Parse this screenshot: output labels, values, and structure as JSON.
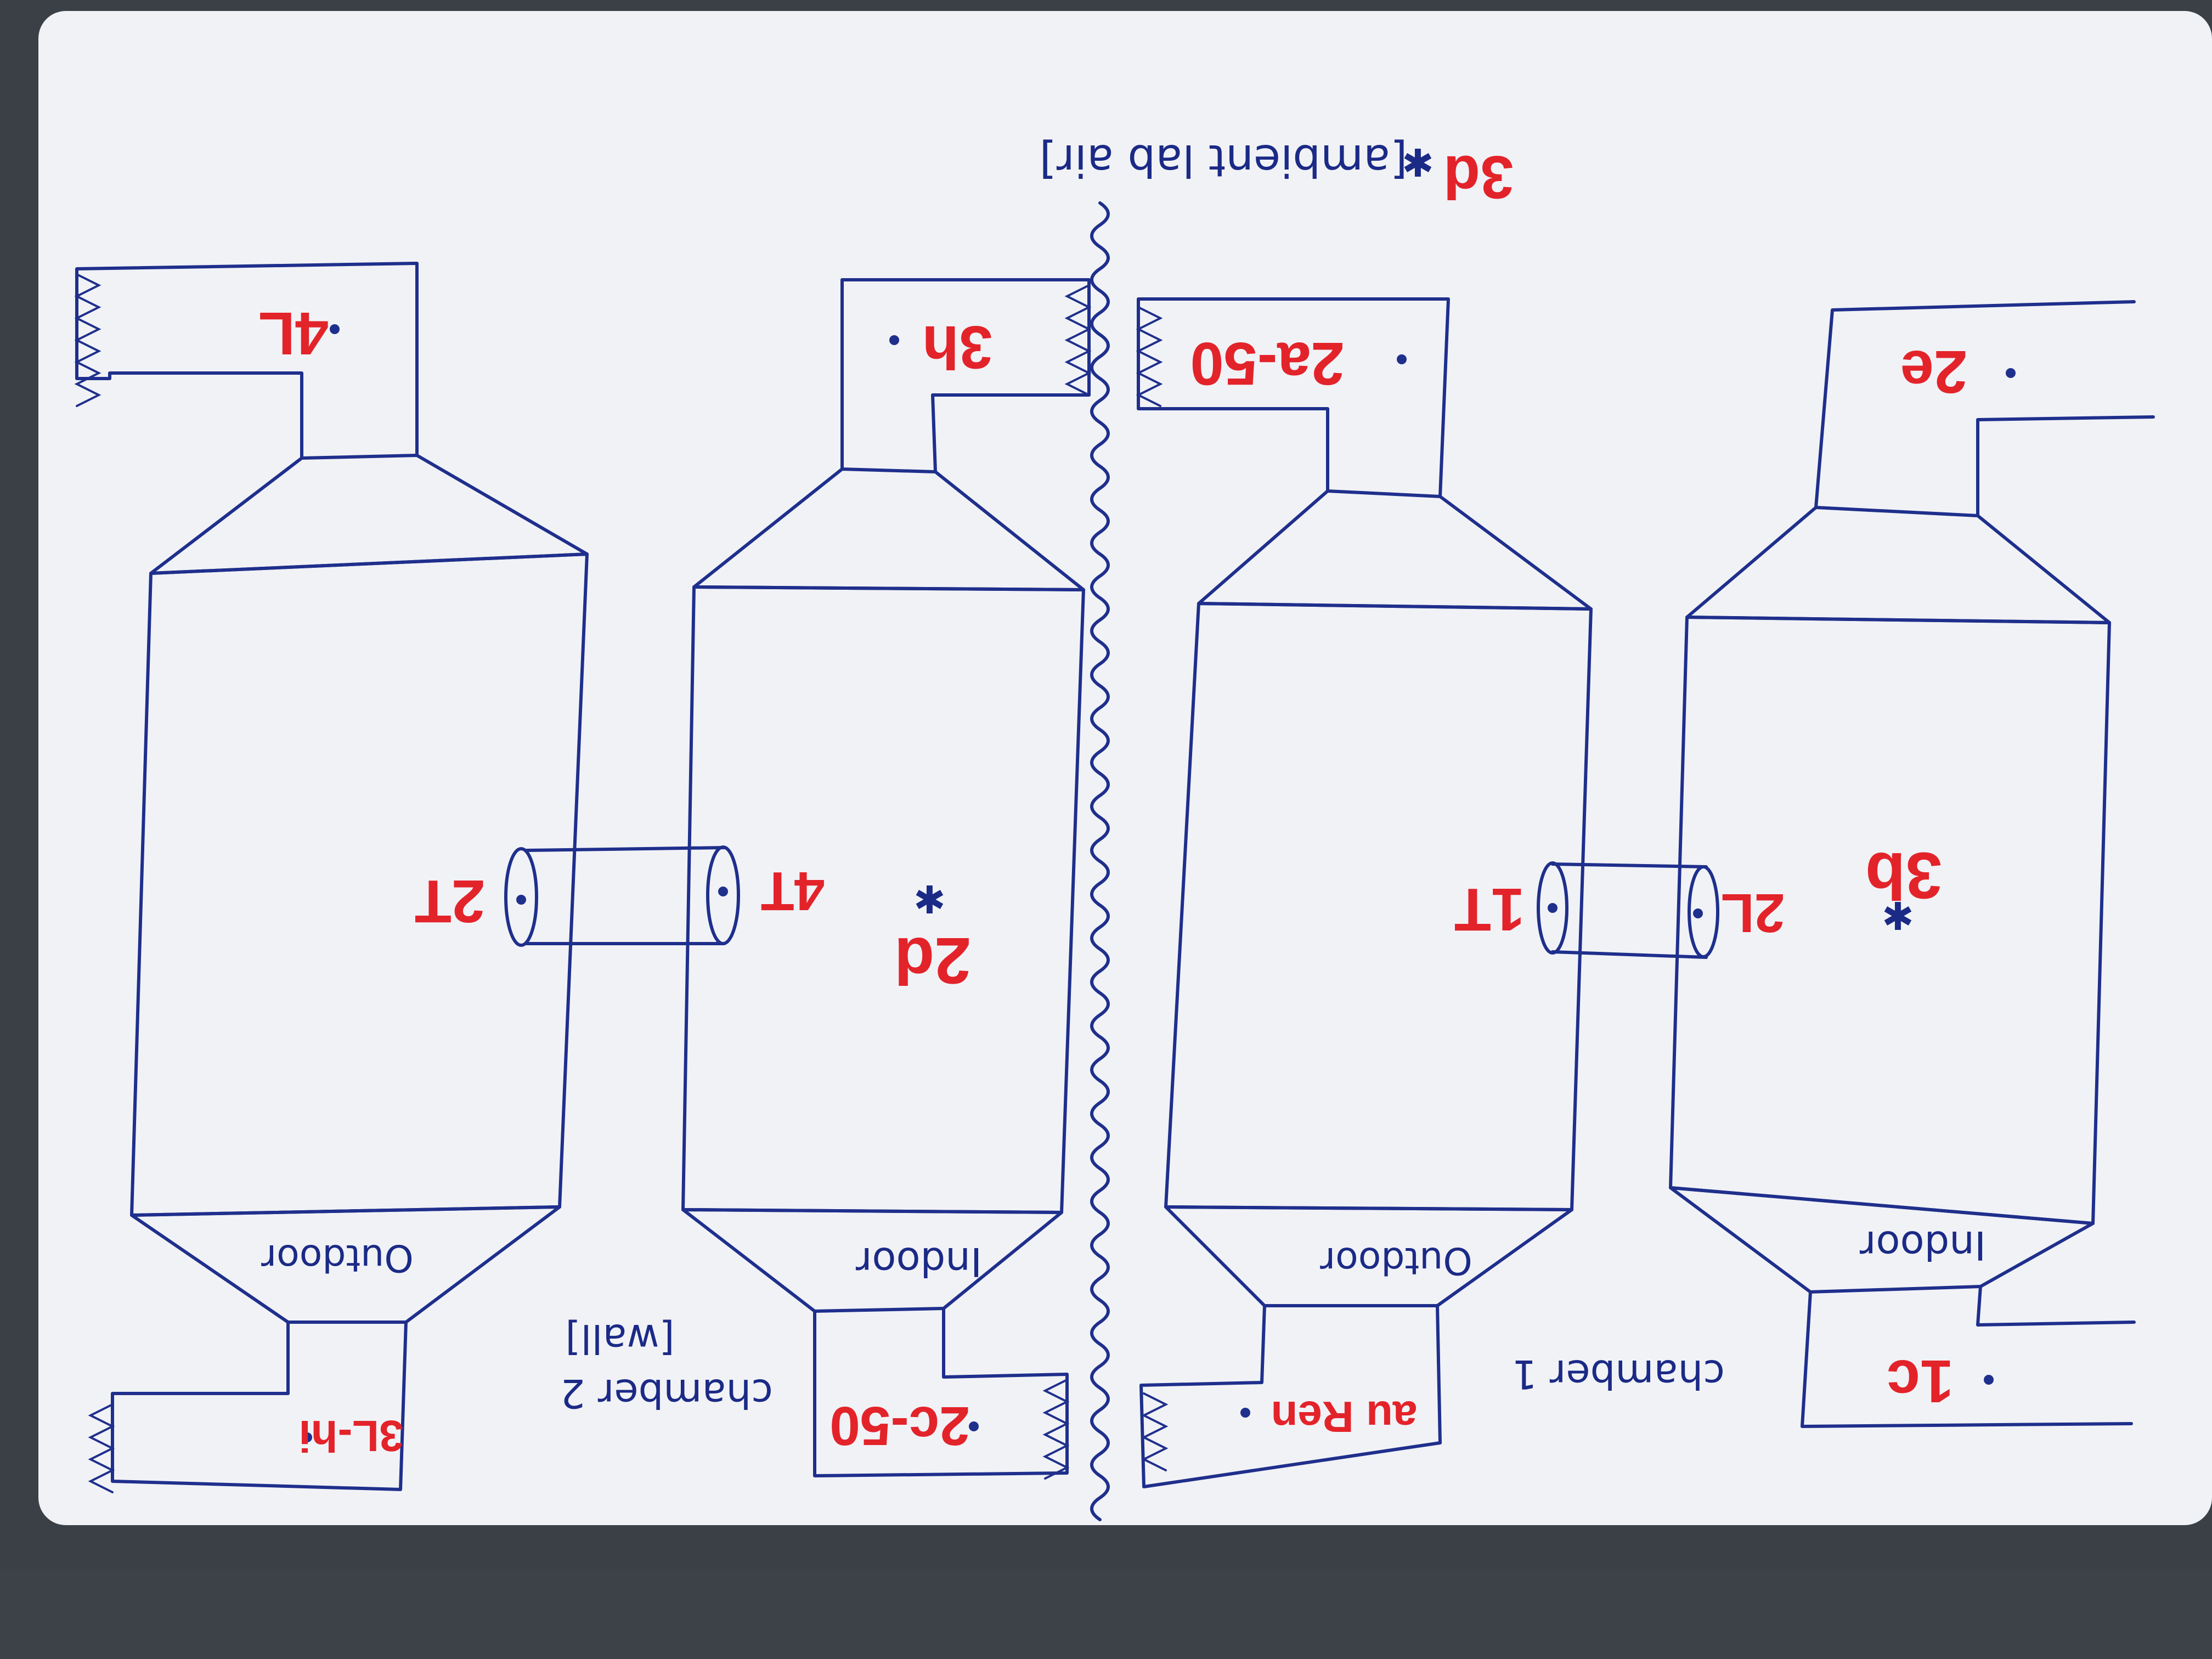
{
  "labels": {
    "l_4L": "4L",
    "l_3h": "3h",
    "l_2a50": "2a-50",
    "l_2e": "2e",
    "l_2T": "2T",
    "l_4T": "4T",
    "l_2d": "2d",
    "l_1T": "1T",
    "l_2L": "2L",
    "l_3b": "3b",
    "l_3L": "3L-hi",
    "l_2c50": "2c-50",
    "l_auRen": "au Ren",
    "l_1c": "1c",
    "l_3d": "3d"
  },
  "notes": {
    "ambient": "[ambient lab air]",
    "chamber2": "chamber 2",
    "wall": "[wall]",
    "chamber1": "chamber 1",
    "outdoor_a": "Outdoor",
    "indoor_b": "Indoor",
    "outdoor_c": "Outdoor",
    "indoor_d": "Indoor"
  },
  "colors": {
    "ink": "#1f2f8c",
    "label": "#e3232a",
    "paper": "#f1f2f6",
    "desk": "#3b4046"
  }
}
